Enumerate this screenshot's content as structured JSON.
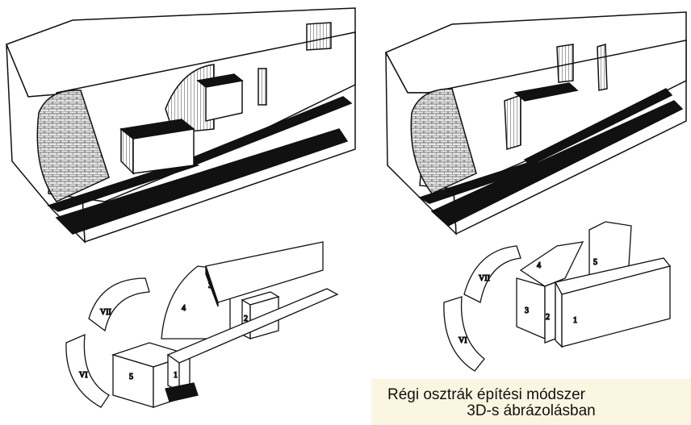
{
  "left": {
    "pieces": [
      {
        "id": "VII",
        "label": "VII"
      },
      {
        "id": "VI",
        "label": "VI"
      },
      {
        "id": "5",
        "label": "5"
      },
      {
        "id": "4",
        "label": "4"
      },
      {
        "id": "3",
        "label": "3"
      },
      {
        "id": "2",
        "label": "2"
      },
      {
        "id": "1",
        "label": "1"
      }
    ]
  },
  "right": {
    "pieces": [
      {
        "id": "VII",
        "label": "VII"
      },
      {
        "id": "VI",
        "label": "VI"
      },
      {
        "id": "4",
        "label": "4"
      },
      {
        "id": "5",
        "label": "5"
      },
      {
        "id": "3",
        "label": "3"
      },
      {
        "id": "2",
        "label": "2"
      },
      {
        "id": "1",
        "label": "1"
      }
    ],
    "caption_line_1": "Régi osztrák építési módszer",
    "caption_line_2": "3D-s ábrázolásban"
  },
  "colors": {
    "ink": "#111111",
    "paper": "#ffffff",
    "caption_bg": "#fbf6e1",
    "brick": "#d8d8d8"
  }
}
